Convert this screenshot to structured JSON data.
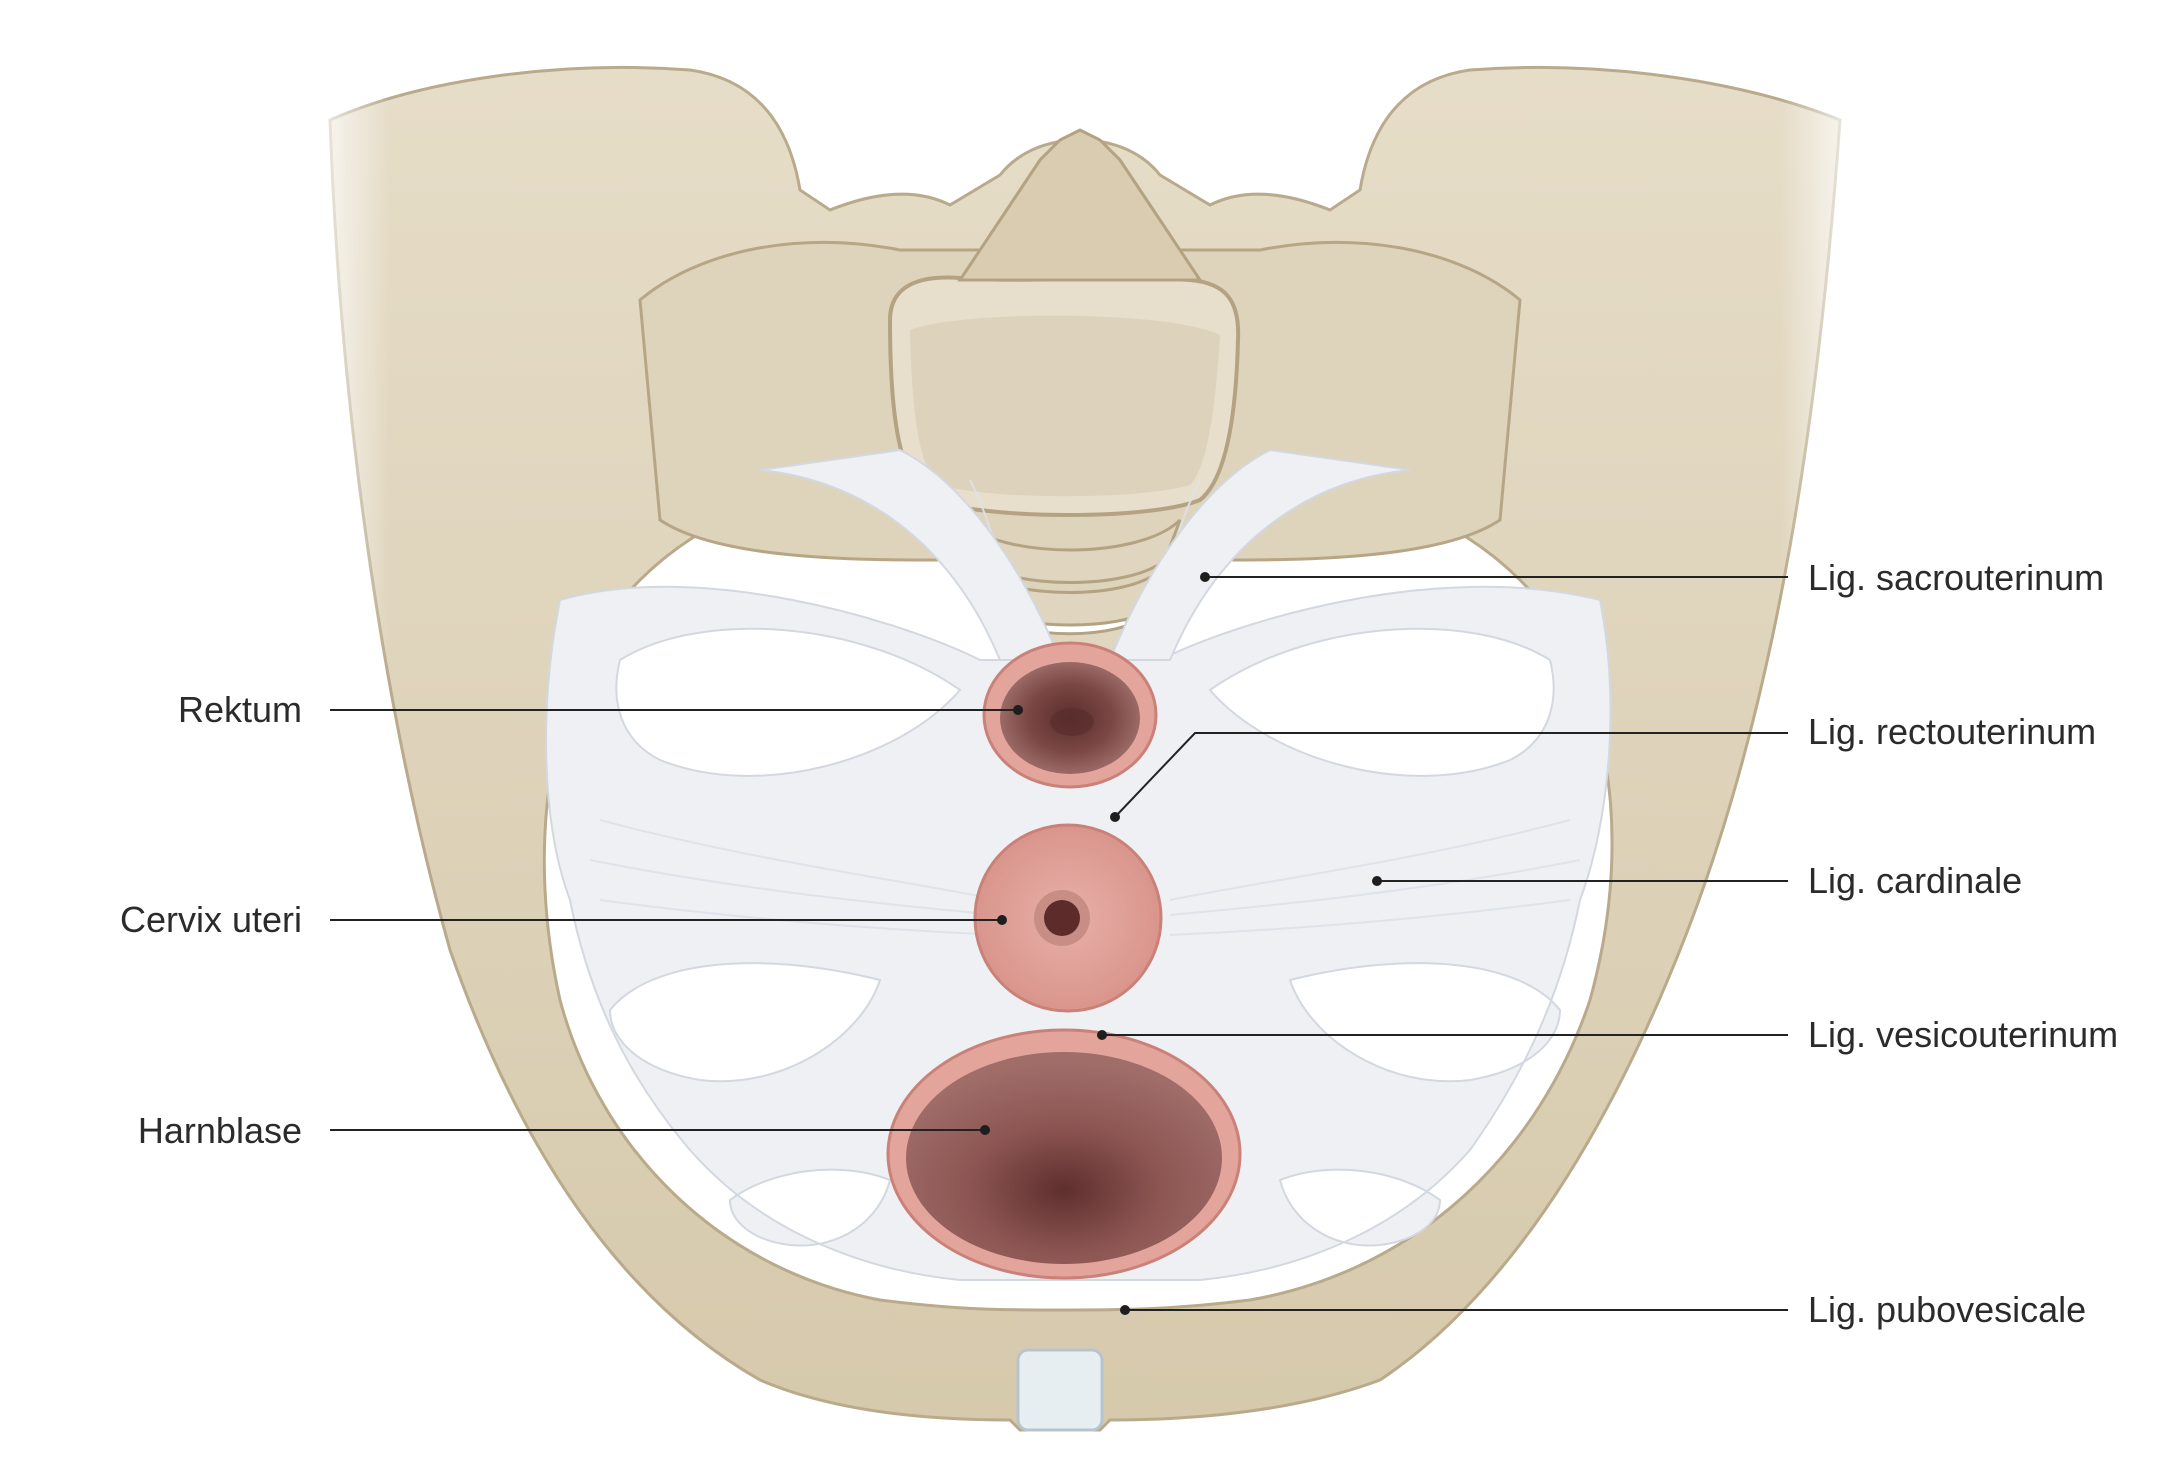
{
  "labels": {
    "rektum": "Rektum",
    "cervix_uteri": "Cervix uteri",
    "harnblase": "Harnblase",
    "lig_sacrouterinum": "Lig. sacrouterinum",
    "lig_rectouterinum": "Lig. rectouterinum",
    "lig_cardinale": "Lig. cardinale",
    "lig_vesicouterinum": "Lig. vesicouterinum",
    "lig_pubovesicale": "Lig. pubovesicale"
  },
  "colors": {
    "bone": "#e2d8c2",
    "bone_shadow": "#c9bca0",
    "ligament": "#f1f3f6",
    "organ_wall": "#e3a49c",
    "organ_rim": "#c98178",
    "rectum_lumen": "#6e3e3c",
    "bladder_lumen": "#8a5250",
    "leader_line": "#222222"
  }
}
